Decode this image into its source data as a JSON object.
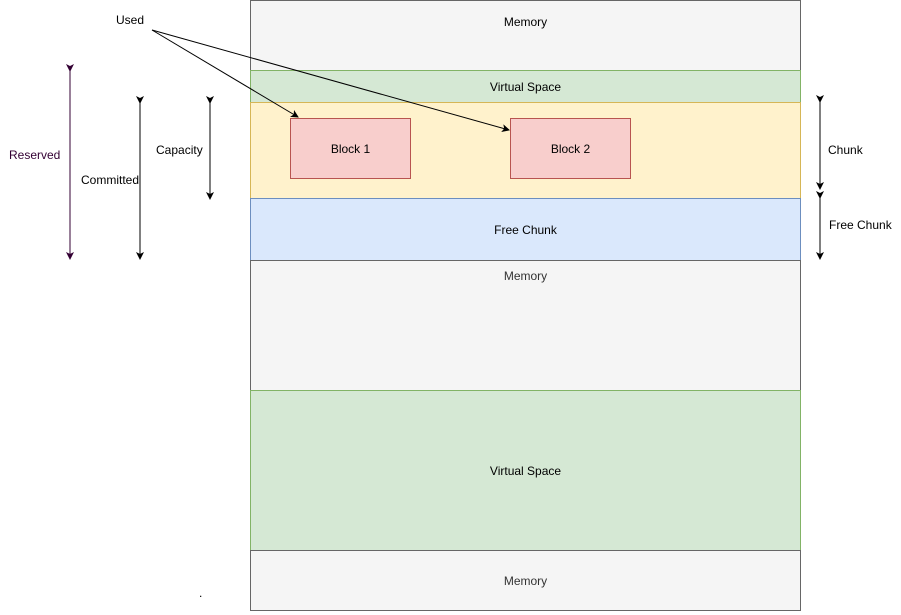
{
  "diagram": {
    "memory_top": "Memory",
    "virtual_space_top": "Virtual Space",
    "chunk_area": "",
    "block_1": "Block 1",
    "block_2": "Block 2",
    "free_chunk": "Free Chunk",
    "memory_middle": "Memory",
    "virtual_space_bottom": "Virtual Space",
    "memory_bottom": "Memory",
    "dot_mark": "."
  },
  "annotations": {
    "used": "Used",
    "reserved": "Reserved",
    "committed": "Committed",
    "capacity": "Capacity",
    "chunk": "Chunk",
    "free_chunk": "Free Chunk"
  },
  "colors": {
    "memory_fill": "#f5f5f5",
    "memory_stroke": "#666666",
    "virtual_fill": "#d5e8d4",
    "virtual_stroke": "#82b366",
    "chunk_fill": "#fff2cc",
    "chunk_stroke": "#d6b656",
    "block_fill": "#f8cecc",
    "block_stroke": "#b85450",
    "free_fill": "#dae8fc",
    "free_stroke": "#6c8ebf",
    "reserved_color": "#330033"
  }
}
